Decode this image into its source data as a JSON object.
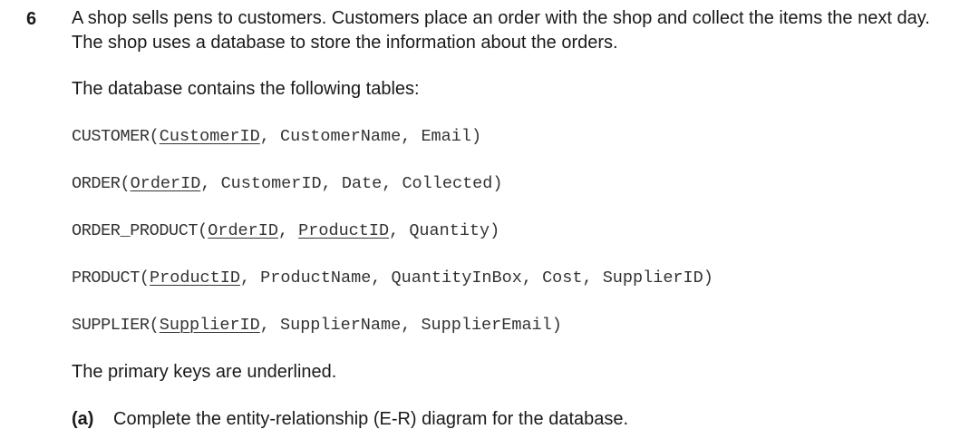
{
  "question": {
    "number": "6",
    "intro": "A shop sells pens to customers. Customers place an order with the shop and collect the items the next day. The shop uses a database to store the information about the orders.",
    "lead": "The database contains the following tables:",
    "footnote": "The primary keys are underlined.",
    "part_a": {
      "label": "(a)",
      "text": "Complete the entity-relationship (E-R) diagram for the database."
    }
  },
  "tables": [
    {
      "name": "CUSTOMER",
      "fields": [
        {
          "text": "CustomerID",
          "pk": true
        },
        {
          "text": "CustomerName",
          "pk": false
        },
        {
          "text": "Email",
          "pk": false
        }
      ]
    },
    {
      "name": "ORDER",
      "fields": [
        {
          "text": "OrderID",
          "pk": true
        },
        {
          "text": "CustomerID",
          "pk": false
        },
        {
          "text": "Date",
          "pk": false
        },
        {
          "text": "Collected",
          "pk": false
        }
      ]
    },
    {
      "name": "ORDER_PRODUCT",
      "fields": [
        {
          "text": "OrderID",
          "pk": true
        },
        {
          "text": "ProductID",
          "pk": true
        },
        {
          "text": "Quantity",
          "pk": false
        }
      ]
    },
    {
      "name": "PRODUCT",
      "fields": [
        {
          "text": "ProductID",
          "pk": true
        },
        {
          "text": "ProductName",
          "pk": false
        },
        {
          "text": "QuantityInBox",
          "pk": false
        },
        {
          "text": "Cost",
          "pk": false
        },
        {
          "text": "SupplierID",
          "pk": false
        }
      ]
    },
    {
      "name": "SUPPLIER",
      "fields": [
        {
          "text": "SupplierID",
          "pk": true
        },
        {
          "text": "SupplierName",
          "pk": false
        },
        {
          "text": "SupplierEmail",
          "pk": false
        }
      ]
    }
  ]
}
